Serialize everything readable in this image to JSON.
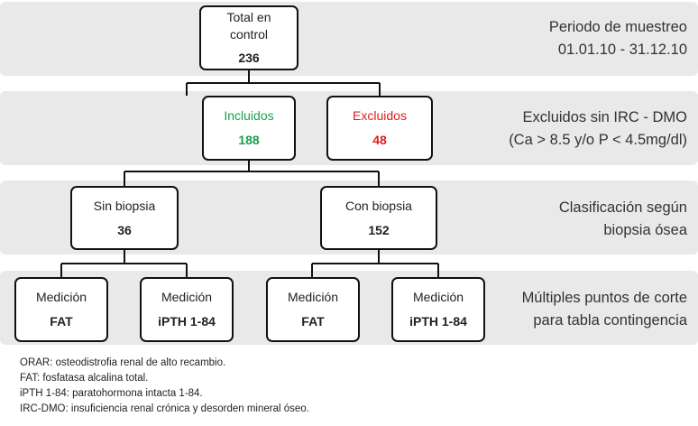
{
  "colors": {
    "band": "#e9e9e9",
    "included": "#1aa04a",
    "excluded": "#e01b1b",
    "border": "#111111"
  },
  "nodes": {
    "total": {
      "label_line1": "Total en",
      "label_line2": "control",
      "value": "236"
    },
    "included": {
      "label": "Incluidos",
      "value": "188"
    },
    "excluded": {
      "label": "Excluidos",
      "value": "48"
    },
    "no_biopsy": {
      "label": "Sin biopsia",
      "value": "36"
    },
    "with_biopsy": {
      "label": "Con biopsia",
      "value": "152"
    },
    "no_biopsy_fat": {
      "label": "Medición",
      "value": "FAT"
    },
    "no_biopsy_ipth": {
      "label": "Medición",
      "value": "iPTH 1-84"
    },
    "with_biopsy_fat": {
      "label": "Medición",
      "value": "FAT"
    },
    "with_biopsy_ipth": {
      "label": "Medición",
      "value": "iPTH 1-84"
    }
  },
  "stages": {
    "sampling": {
      "line1": "Periodo de muestreo",
      "line2": "01.01.10 - 31.12.10"
    },
    "exclusion": {
      "line1": "Excluidos sin IRC - DMO",
      "line2": "(Ca > 8.5 y/o P < 4.5mg/dl)"
    },
    "classification": {
      "line1": "Clasificación según",
      "line2": "biopsia ósea"
    },
    "cutoffs": {
      "line1": "Múltiples puntos de corte",
      "line2": "para tabla contingencia"
    }
  },
  "notes": [
    "ORAR: osteodistrofia renal de alto recambio.",
    "FAT: fosfatasa alcalina total.",
    "iPTH 1-84: paratohormona intacta 1-84.",
    "IRC-DMO: insuficiencia renal crónica y desorden mineral óseo."
  ]
}
